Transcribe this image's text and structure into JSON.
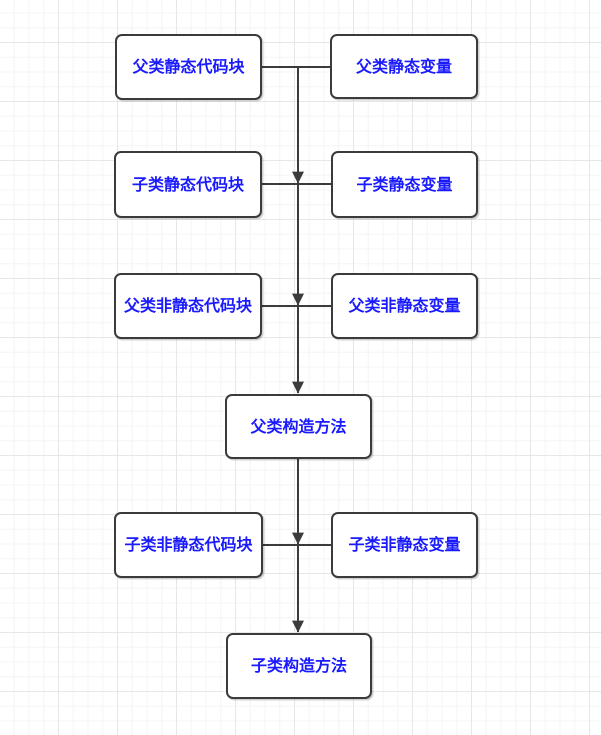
{
  "colors": {
    "node_text": "#1a1aff",
    "node_border": "#3b3b3b",
    "connector": "#3b3b3b",
    "grid_minor": "#f4f4f4",
    "grid_major": "#e7e7e7",
    "background": "#ffffff"
  },
  "diagram": {
    "type": "flowchart",
    "nodes": [
      {
        "id": "parent-static-block",
        "label": "父类静态代码块"
      },
      {
        "id": "parent-static-var",
        "label": "父类静态变量"
      },
      {
        "id": "child-static-block",
        "label": "子类静态代码块"
      },
      {
        "id": "child-static-var",
        "label": "子类静态变量"
      },
      {
        "id": "parent-instance-block",
        "label": "父类非静态代码块"
      },
      {
        "id": "parent-instance-var",
        "label": "父类非静态变量"
      },
      {
        "id": "parent-constructor",
        "label": "父类构造方法"
      },
      {
        "id": "child-instance-block",
        "label": "子类非静态代码块"
      },
      {
        "id": "child-instance-var",
        "label": "子类非静态变量"
      },
      {
        "id": "child-constructor",
        "label": "子类构造方法"
      }
    ],
    "edges": [
      {
        "from": "parent-static-block",
        "to": "parent-static-var",
        "style": "plain"
      },
      {
        "from": "child-static-block",
        "to": "child-static-var",
        "style": "plain"
      },
      {
        "from": "parent-instance-block",
        "to": "parent-instance-var",
        "style": "plain"
      },
      {
        "from": "child-instance-block",
        "to": "child-instance-var",
        "style": "plain"
      },
      {
        "from": "parent-static-row",
        "to": "child-static-row",
        "style": "arrow-down"
      },
      {
        "from": "child-static-row",
        "to": "parent-instance-row",
        "style": "arrow-down"
      },
      {
        "from": "parent-instance-row",
        "to": "parent-constructor",
        "style": "arrow-down"
      },
      {
        "from": "parent-constructor",
        "to": "child-instance-row",
        "style": "arrow-down"
      },
      {
        "from": "child-instance-row",
        "to": "child-constructor",
        "style": "arrow-down"
      }
    ]
  }
}
